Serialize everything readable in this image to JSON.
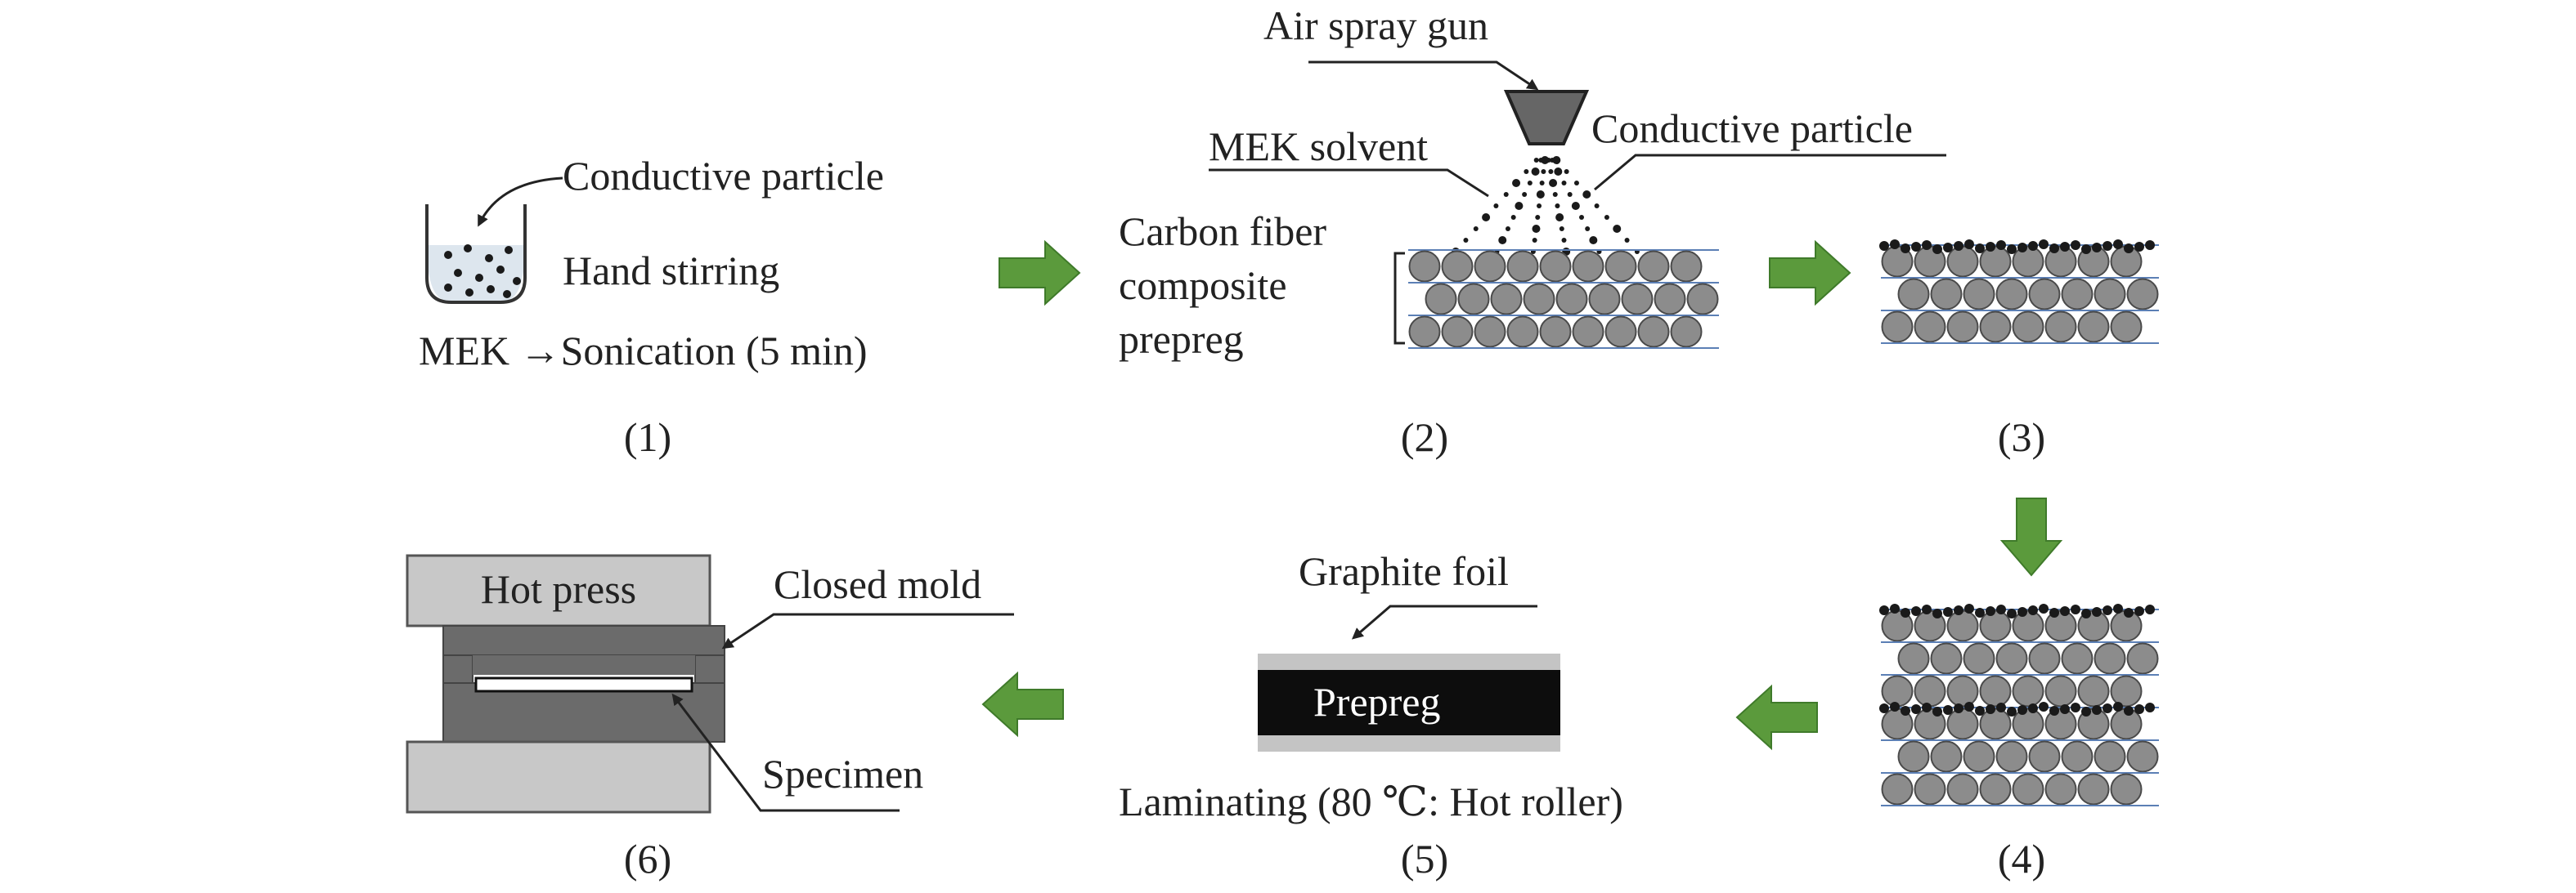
{
  "colors": {
    "fiber_fill": "#8c8c8c",
    "fiber_stroke": "#4a4a4a",
    "layer_line": "#5b7fb5",
    "arrow_green": "#5b9a3c",
    "arrow_green_dark": "#3f7a2a",
    "press_light": "#c8c8c8",
    "mold_dark": "#6b6b6b",
    "beaker_liquid": "#dde6ee",
    "particle": "#1a1a1a",
    "foil_grey": "#c4c4c4",
    "prepreg_black": "#0d0d0d"
  },
  "icons": {
    "step_arrow": "green-block-arrow-icon",
    "beaker": "beaker-icon",
    "spray_gun": "spray-nozzle-icon"
  },
  "step1": {
    "particle_label": "Conductive particle",
    "stirring_label": "Hand stirring",
    "process_label": "MEK →Sonication (5 min)",
    "number": "(1)"
  },
  "step2": {
    "gun_label": "Air spray gun",
    "solvent_label": "MEK solvent",
    "particle_label": "Conductive particle",
    "prepreg_label_line1": "Carbon fiber",
    "prepreg_label_line2": "composite",
    "prepreg_label_line3": "prepreg",
    "number": "(2)"
  },
  "step3": {
    "number": "(3)"
  },
  "step4": {
    "number": "(4)"
  },
  "step5": {
    "foil_label": "Graphite foil",
    "prepreg_label": "Prepreg",
    "process_label": "Laminating (80 ℃: Hot roller)",
    "number": "(5)"
  },
  "step6": {
    "press_label": "Hot press",
    "mold_label": "Closed mold",
    "specimen_label": "Specimen",
    "number": "(6)"
  }
}
